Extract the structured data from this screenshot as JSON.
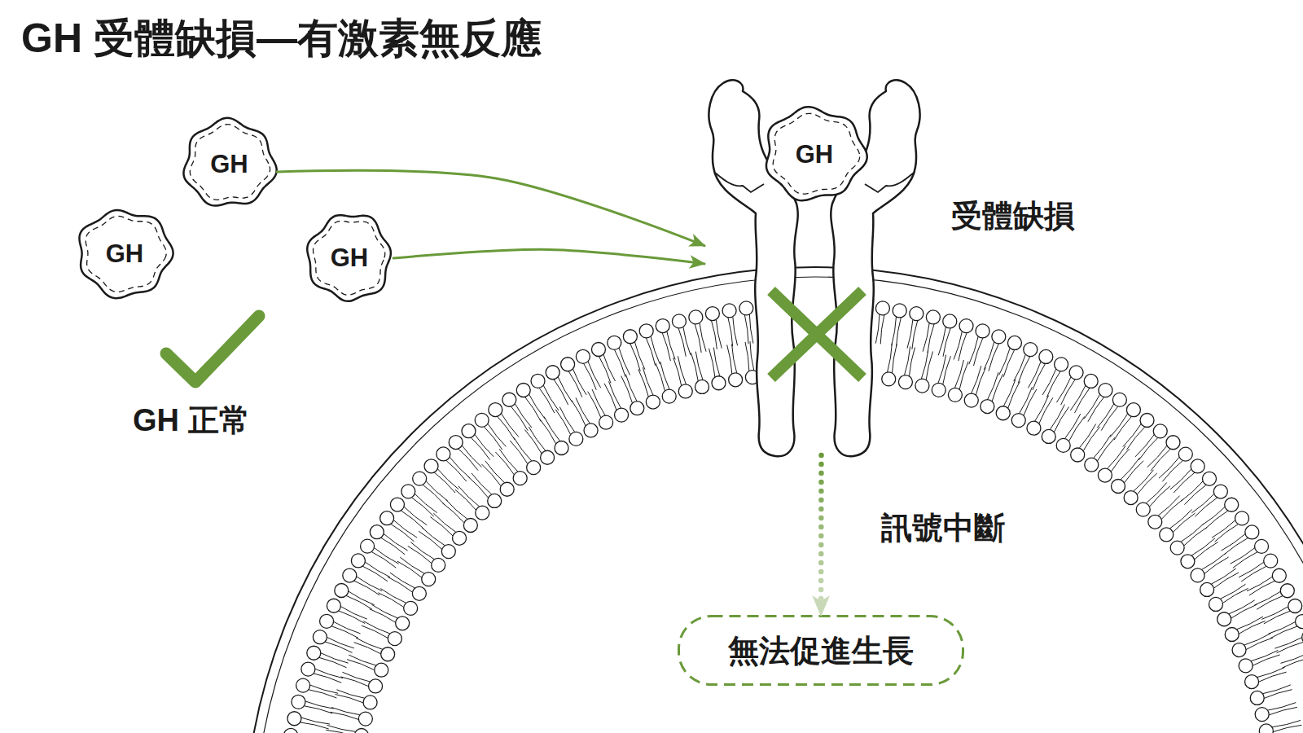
{
  "diagram": {
    "title": "GH 受體缺損—有激素無反應",
    "nodes": [
      {
        "text": [
          "GH"
        ]
      },
      {
        "text": [
          "GH"
        ]
      },
      {
        "text": [
          "GH"
        ]
      },
      {
        "text": [
          "受體缺損"
        ]
      },
      {
        "text": [
          "GH"
        ],
        "in": 3
      },
      {
        "text": [
          "無法促進生長"
        ]
      }
    ],
    "edges": [
      {
        "from": 0,
        "to": 3,
        "arrow": "to"
      },
      {
        "from": 2,
        "to": 3,
        "arrow": "to"
      },
      {
        "from": 3,
        "to": 5,
        "label": "訊號中斷",
        "arrow": "to"
      }
    ],
    "labels": [
      "GH 正常"
    ]
  }
}
